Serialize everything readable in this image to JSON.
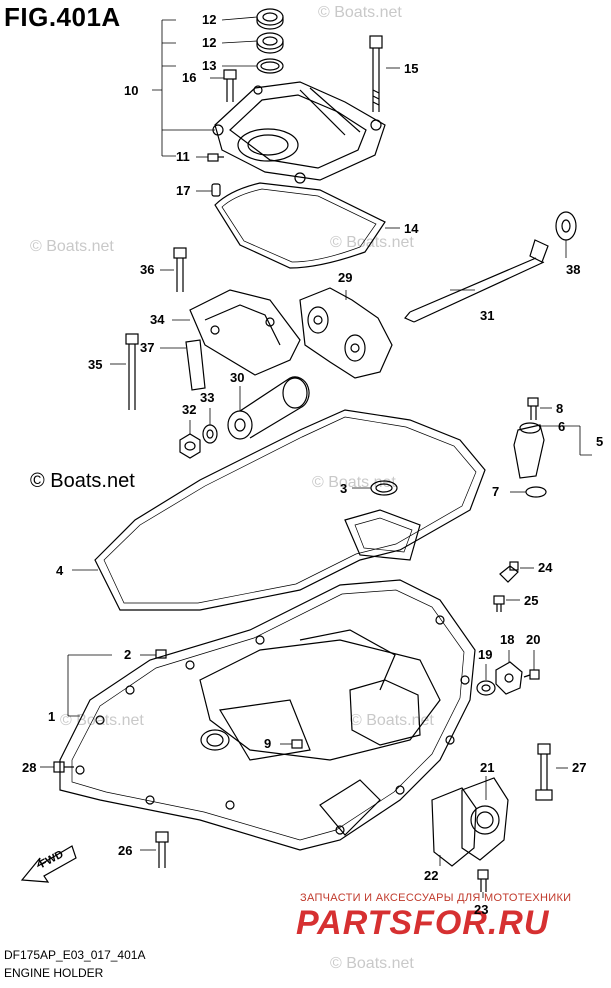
{
  "figure": {
    "title": "FIG.401A",
    "copyright": "© Boats.net",
    "footer_code": "DF175AP_E03_017_401A",
    "footer_name": "ENGINE HOLDER",
    "watermark": "© Boats.net",
    "brand_top": "ЗАПЧАСТИ И АКСЕССУАРЫ ДЛЯ МОТОТЕХНИКИ",
    "brand": "PARTSFOR.RU",
    "fwd": "FWD"
  },
  "callouts": [
    "1",
    "2",
    "3",
    "4",
    "5",
    "6",
    "7",
    "8",
    "9",
    "10",
    "11",
    "12",
    "12",
    "13",
    "14",
    "15",
    "16",
    "17",
    "18",
    "19",
    "20",
    "21",
    "22",
    "23",
    "24",
    "25",
    "26",
    "27",
    "28",
    "29",
    "30",
    "31",
    "32",
    "33",
    "34",
    "35",
    "36",
    "37",
    "38"
  ],
  "colors": {
    "line": "#000000",
    "brand": "#d63031",
    "watermark": "#c9c9c9"
  }
}
